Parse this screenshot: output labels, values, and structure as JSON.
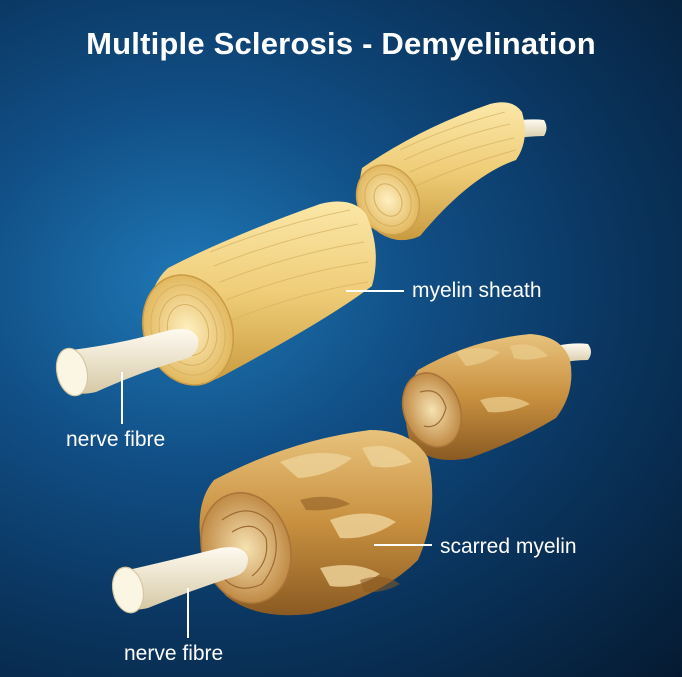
{
  "title": "Multiple Sclerosis - Demyelination",
  "labels": {
    "myelin_sheath": "myelin sheath",
    "nerve_fibre_top": "nerve fibre",
    "scarred_myelin": "scarred myelin",
    "nerve_fibre_bottom": "nerve fibre"
  },
  "colors": {
    "background_center": "#1f78b6",
    "background_edge": "#051a31",
    "myelin": "#f0cf7a",
    "nerve_fibre": "#f2ead2",
    "scarred_myelin": "#c99a47",
    "label_text": "#ffffff"
  }
}
